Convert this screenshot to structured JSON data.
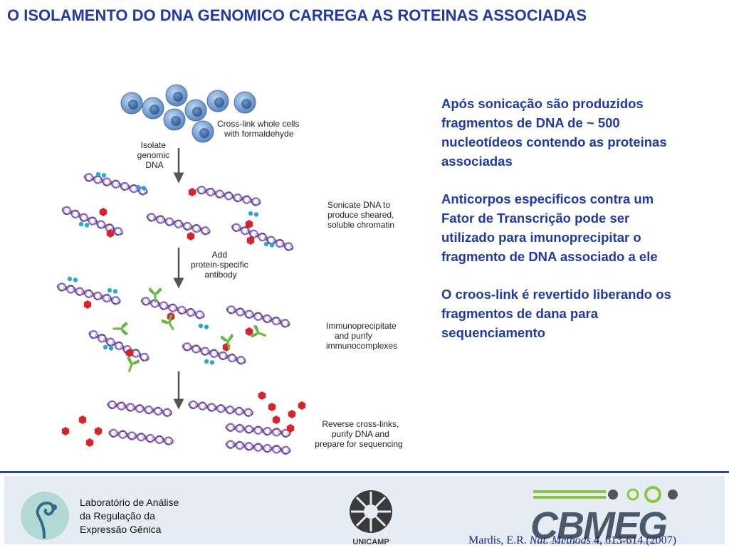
{
  "title": "O ISOLAMENTO DO DNA GENOMICO CARREGA AS ROTEINAS ASSOCIADAS",
  "diagram": {
    "step_crosslink": [
      "Cross-link whole cells",
      "with formaldehyde"
    ],
    "step_isolate": [
      "Isolate",
      "genomic",
      "DNA"
    ],
    "step_sonicate": [
      "Sonicate DNA to",
      "produce sheared,",
      "soluble chromatin"
    ],
    "step_add": [
      "Add",
      "protein-specific",
      "antibody"
    ],
    "step_ip": [
      "Immunoprecipitate",
      "and purify",
      "immunocomplexes"
    ],
    "step_reverse": [
      "Reverse cross-links,",
      "purify DNA and",
      "prepare for sequencing"
    ]
  },
  "paragraphs": [
    "Após sonicação são produzidos fragmentos de DNA de ~ 500 nucleotídeos contendo as proteinas associadas",
    "Anticorpos especificos contra um Fator de Transcrição pode ser utilizado para imunoprecipitar o fragmento de DNA associado a ele",
    "O croos-link é revertido liberando os fragmentos de dana para sequenciamento"
  ],
  "footer": {
    "lab_name": [
      "Laboratório de Análise",
      "da Regulação da",
      "Expressão Gênica"
    ],
    "unicamp_label": "UNICAMP",
    "cbmeg_label": "CBMEG",
    "cbmeg_subtitle": "CENTRO DE BIOLOGIA MOLECULAR E ENGENHARIA GENÉTICA",
    "citation_author": "Mardis, E.R.",
    "citation_journal": "Nat. Methods",
    "citation_volume": "4",
    "citation_pages": ", 613-614 (2007)"
  },
  "colors": {
    "title": "#1f3aa6",
    "dna": "#8a64b8",
    "protein_red": "#d8232a",
    "protein_blue": "#2aa6d8",
    "antibody": "#6cc04a",
    "cell": "#7aa6d6",
    "arrow": "#555555"
  }
}
